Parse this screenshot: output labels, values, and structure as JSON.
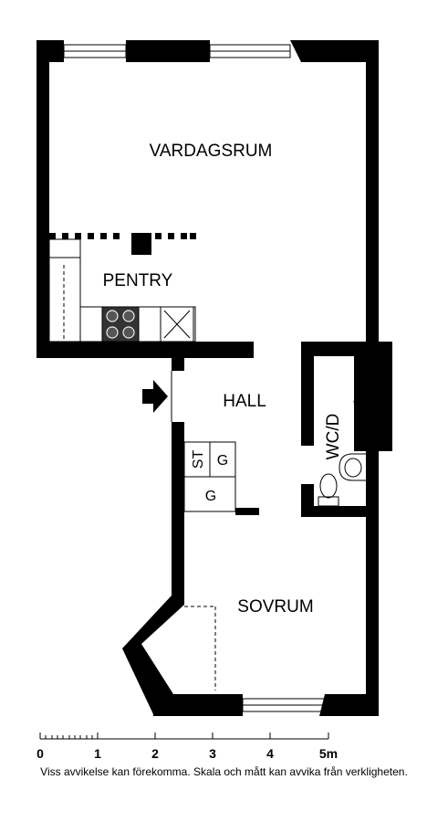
{
  "rooms": {
    "living_room": "VARDAGSRUM",
    "kitchen": "PENTRY",
    "hall": "HALL",
    "bathroom": "WC/D",
    "bedroom": "SOVRUM"
  },
  "fixtures": {
    "storage": "ST",
    "wardrobe_top": "G",
    "wardrobe_bottom": "G"
  },
  "scale_bar": {
    "labels": [
      "0",
      "1",
      "2",
      "3",
      "4",
      "5m"
    ]
  },
  "disclaimer": "Viss avvikelse kan förekomma. Skala och mått kan avvika från verkligheten.",
  "colors": {
    "wall": "#000000",
    "background": "#ffffff"
  },
  "icons": {
    "entrance": "entrance-arrow-icon",
    "stove": "stove-icon",
    "toilet": "toilet-icon",
    "sink": "sink-icon",
    "shower": "shower-head-icon"
  }
}
